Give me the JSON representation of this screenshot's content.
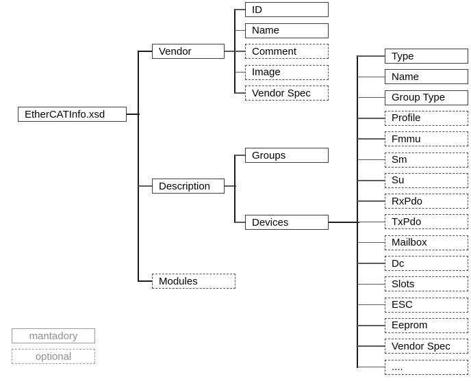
{
  "diagram": {
    "root": {
      "label": "EtherCATInfo.xsd",
      "style": "solid"
    },
    "level1": [
      {
        "label": "Vendor",
        "style": "solid"
      },
      {
        "label": "Description",
        "style": "solid"
      },
      {
        "label": "Modules",
        "style": "dashed"
      }
    ],
    "vendor_children": [
      {
        "label": "ID",
        "style": "solid"
      },
      {
        "label": "Name",
        "style": "solid"
      },
      {
        "label": "Comment",
        "style": "dashed"
      },
      {
        "label": "Image",
        "style": "dashed"
      },
      {
        "label": "Vendor Spec",
        "style": "dashed"
      }
    ],
    "description_children": [
      {
        "label": "Groups",
        "style": "solid"
      },
      {
        "label": "Devices",
        "style": "solid"
      }
    ],
    "devices_children": [
      {
        "label": "Type",
        "style": "solid"
      },
      {
        "label": "Name",
        "style": "solid"
      },
      {
        "label": "Group Type",
        "style": "solid"
      },
      {
        "label": "Profile",
        "style": "dashed"
      },
      {
        "label": "Fmmu",
        "style": "dashed"
      },
      {
        "label": "Sm",
        "style": "dashed"
      },
      {
        "label": "Su",
        "style": "dashed"
      },
      {
        "label": "RxPdo",
        "style": "dashed"
      },
      {
        "label": "TxPdo",
        "style": "dashed"
      },
      {
        "label": "Mailbox",
        "style": "dashed"
      },
      {
        "label": "Dc",
        "style": "dashed"
      },
      {
        "label": "Slots",
        "style": "dashed"
      },
      {
        "label": "ESC",
        "style": "dashed"
      },
      {
        "label": "Eeprom",
        "style": "dashed"
      },
      {
        "label": "Vendor Spec",
        "style": "dashed"
      },
      {
        "label": "....",
        "style": "dashed"
      }
    ],
    "legend": [
      {
        "label": "mantadory",
        "style": "solid"
      },
      {
        "label": "optional",
        "style": "dashed"
      }
    ],
    "colors": {
      "background": "#ffffff",
      "text": "#000000",
      "solid_border": "#3a3a3a",
      "dashed_border": "#4d4d4d",
      "trunk_line": "#1c1c1c",
      "branch_line": "#5a5a5a",
      "legend_gray": "#9a9a9a"
    }
  }
}
